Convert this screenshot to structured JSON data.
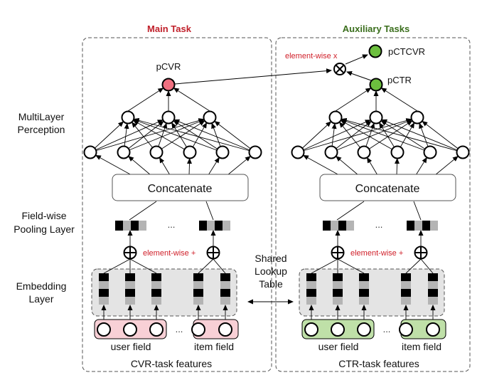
{
  "colors": {
    "main_title": "#c0202a",
    "aux_title": "#3a6e1c",
    "annotation_red": "#d0202a",
    "cvr_node": "#f07080",
    "ctr_node": "#6cbf3e",
    "cvr_field_fill": "#f8d0d6",
    "ctr_field_fill": "#bfe0a8",
    "embed_bg": "#e4e4e4",
    "dark_cell": "#000000",
    "light_cell": "#b4b4b4"
  },
  "titles": {
    "main_task": "Main Task",
    "aux_tasks": "Auxiliary Tasks"
  },
  "layer_labels": {
    "mlp_line1": "MultiLayer",
    "mlp_line2": "Perception",
    "pool_line1": "Field-wise",
    "pool_line2": "Pooling Layer",
    "embed_line1": "Embedding",
    "embed_line2": "Layer"
  },
  "outputs": {
    "pcvr": "pCVR",
    "pctr": "pCTR",
    "pctcvr": "pCTCVR",
    "multiply_label": "element-wise x"
  },
  "cvr": {
    "concat_label": "Concatenate",
    "sum_label": "element-wise +",
    "ellipsis": "...",
    "user_field": "user field",
    "item_field": "item field",
    "features_label": "CVR-task features"
  },
  "ctr": {
    "concat_label": "Concatenate",
    "sum_label": "element-wise +",
    "ellipsis": "...",
    "user_field": "user field",
    "item_field": "item field",
    "features_label": "CTR-task features"
  },
  "shared": {
    "line1": "Shared",
    "line2": "Lookup",
    "line3": "Table"
  }
}
